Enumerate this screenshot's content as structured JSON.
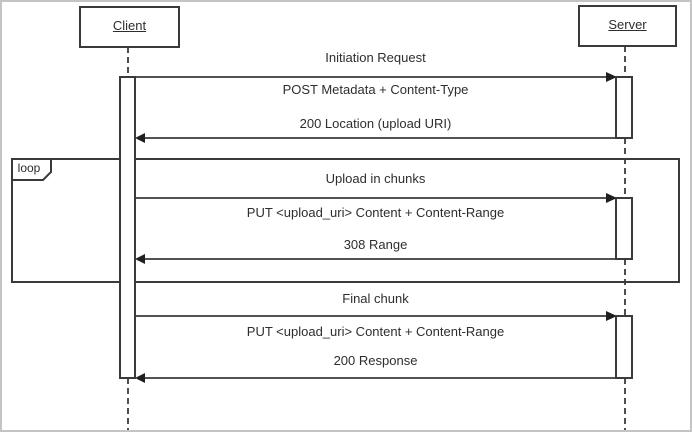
{
  "actors": {
    "client": "Client",
    "server": "Server"
  },
  "loop": {
    "label": "loop"
  },
  "messages": [
    {
      "title": "Initiation Request",
      "request": "POST Metadata + Content-Type",
      "response": "200 Location (upload URI)"
    },
    {
      "title": "Upload in chunks",
      "request": "PUT <upload_uri> Content + Content-Range",
      "response": "308 Range"
    },
    {
      "title": "Final chunk",
      "request": "PUT <upload_uri> Content + Content-Range",
      "response": "200 Response"
    }
  ],
  "colors": {
    "line": "#3a3a3a",
    "frame_border": "#c4c4c4",
    "background": "#ffffff"
  }
}
